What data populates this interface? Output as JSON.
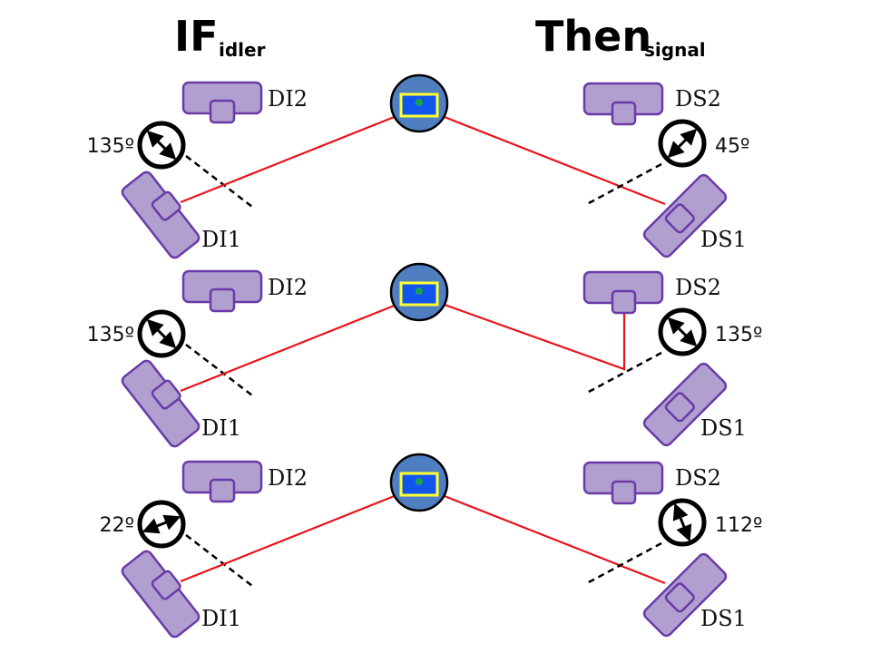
{
  "header": {
    "left_title": "IF",
    "left_subscript": "idler",
    "right_title": "Then",
    "right_subscript": "signal"
  },
  "colors": {
    "detector_fill": "#b09fcf",
    "detector_stroke": "#6a3aa8",
    "beam": "#e8141c",
    "source_outer": "#4f7fc0",
    "source_inner": "#1155ee",
    "source_border": "#ffff33",
    "source_dot": "#1aa34a"
  },
  "rows": [
    {
      "idler": {
        "polarizer_angle": "135º",
        "detector_top": "DI2",
        "detector_bottom": "DI1",
        "beam_to": "DI1"
      },
      "signal": {
        "polarizer_angle": "45º",
        "detector_top": "DS2",
        "detector_bottom": "DS1",
        "beam_to": "DS1"
      },
      "source_icon": "crystal-source-icon"
    },
    {
      "idler": {
        "polarizer_angle": "135º",
        "detector_top": "DI2",
        "detector_bottom": "DI1",
        "beam_to": "DI1"
      },
      "signal": {
        "polarizer_angle": "135º",
        "detector_top": "DS2",
        "detector_bottom": "DS1",
        "beam_to": "DS2"
      },
      "source_icon": "crystal-source-icon"
    },
    {
      "idler": {
        "polarizer_angle": "22º",
        "detector_top": "DI2",
        "detector_bottom": "DI1",
        "beam_to": "DI1"
      },
      "signal": {
        "polarizer_angle": "112º",
        "detector_top": "DS2",
        "detector_bottom": "DS1",
        "beam_to": "DS1"
      },
      "source_icon": "crystal-source-icon"
    }
  ]
}
